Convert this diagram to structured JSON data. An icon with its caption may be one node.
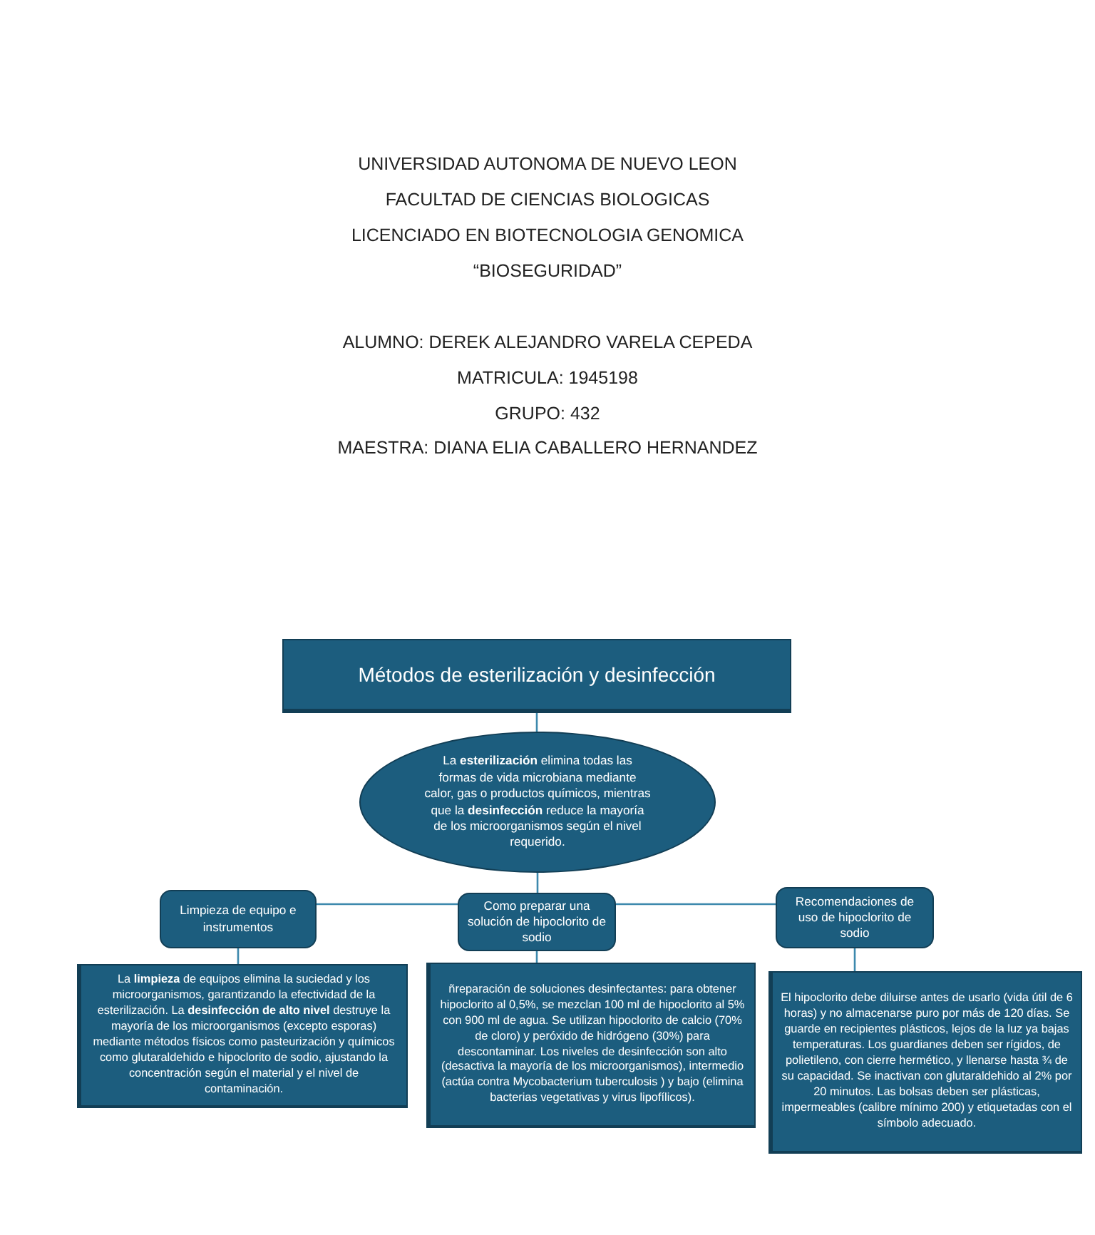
{
  "diagram": {
    "nodes": [
      {
        "text": [
          "Métodos de esterilización y desinfección"
        ]
      },
      {
        "text": [
          "La **esterilización** elimina todas las formas de vida microbiana mediante calor, gas o productos químicos, mientras que la **desinfección** reduce la mayoría de los microorganismos según el nivel requerido."
        ]
      },
      {
        "text": [
          "Limpieza de equipo e instrumentos"
        ]
      },
      {
        "text": [
          "Como preparar una solución de hipoclorito de sodio"
        ]
      },
      {
        "text": [
          "Recomendaciones de uso de hipoclorito de sodio"
        ]
      },
      {
        "text": [
          "La **limpieza** de equipos elimina la suciedad y los microorganismos, garantizando la efectividad de la esterilización. La **desinfección de alto nivel** destruye la mayoría de los microorganismos (excepto esporas) mediante métodos físicos como pasteurización y químicos como glutaraldehido e hipoclorito de sodio, ajustando la concentración según el material y el nivel de contaminación."
        ]
      },
      {
        "text": [
          "ñreparación de soluciones desinfectantes: para obtener hipoclorito al 0,5%, se mezclan 100 ml de hipoclorito al 5% con 900 ml de agua. Se utilizan hipoclorito de calcio (70% de cloro) y peróxido de hidrógeno (30%) para descontaminar. Los niveles de desinfección son alto (desactiva la mayoría de los microorganismos), intermedio (actúa contra Mycobacterium tuberculosis ) y bajo (elimina bacterias vegetativas y virus lipofílicos)."
        ]
      },
      {
        "text": [
          "El hipoclorito debe diluirse antes de usarlo (vida útil de 6 horas) y no almacenarse puro por más de 120 días. Se guarde en recipientes plásticos, lejos de la luz ya bajas temperaturas. Los guardianes deben ser rígidos, de polietileno, con cierre hermético, y llenarse hasta ¾ de su capacidad. Se inactivan con glutaraldehido al 2% por 20 minutos. Las bolsas deben ser plásticas, impermeables (calibre mínimo 200) y etiquetadas con el símbolo adecuado."
        ]
      }
    ],
    "edges": [
      {
        "from": 0,
        "to": 1,
        "arrow": "none"
      },
      {
        "from": 1,
        "to": 3,
        "arrow": "none"
      },
      {
        "from": 2,
        "to": 3,
        "arrow": "none"
      },
      {
        "from": 3,
        "to": 4,
        "arrow": "none"
      },
      {
        "from": 2,
        "to": 5,
        "arrow": "none"
      },
      {
        "from": 3,
        "to": 6,
        "arrow": "none"
      },
      {
        "from": 4,
        "to": 7,
        "arrow": "none"
      }
    ],
    "labels": [
      "UNIVERSIDAD AUTONOMA DE NUEVO LEON",
      "FACULTAD DE CIENCIAS BIOLOGICAS",
      "LICENCIADO EN BIOTECNOLOGIA GENOMICA",
      "“BIOSEGURIDAD”",
      "ALUMNO: DEREK ALEJANDRO VARELA CEPEDA",
      "MATRICULA: 1945198",
      "GRUPO: 432",
      "MAESTRA: DIANA ELIA CABALLERO HERNANDEZ"
    ]
  }
}
